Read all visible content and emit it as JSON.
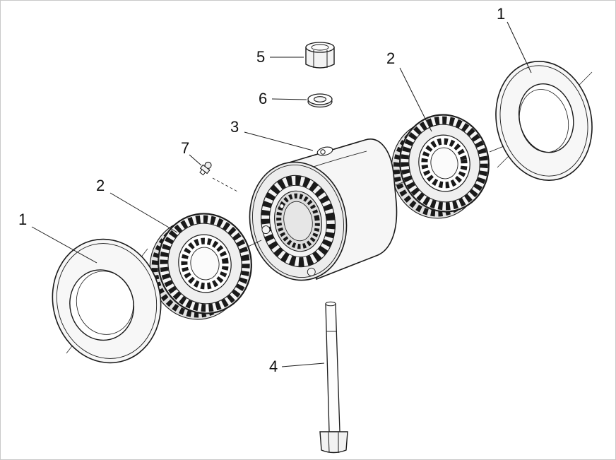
{
  "colors": {
    "line": "#1a1a1a",
    "background": "#ffffff",
    "shade_light": "#f5f5f5",
    "shade_mid": "#ededed",
    "shade_dark": "#dcdcdc"
  },
  "diagram": {
    "type": "exploded-parts-diagram",
    "callouts": [
      {
        "number": "1",
        "part": "dished-washer-right"
      },
      {
        "number": "2",
        "part": "splined-hub-right"
      },
      {
        "number": "5",
        "part": "hex-nut"
      },
      {
        "number": "6",
        "part": "flat-washer"
      },
      {
        "number": "3",
        "part": "drum-housing"
      },
      {
        "number": "7",
        "part": "grease-fitting"
      },
      {
        "number": "2",
        "part": "splined-hub-left"
      },
      {
        "number": "1",
        "part": "dished-washer-left"
      },
      {
        "number": "4",
        "part": "bolt"
      }
    ]
  }
}
